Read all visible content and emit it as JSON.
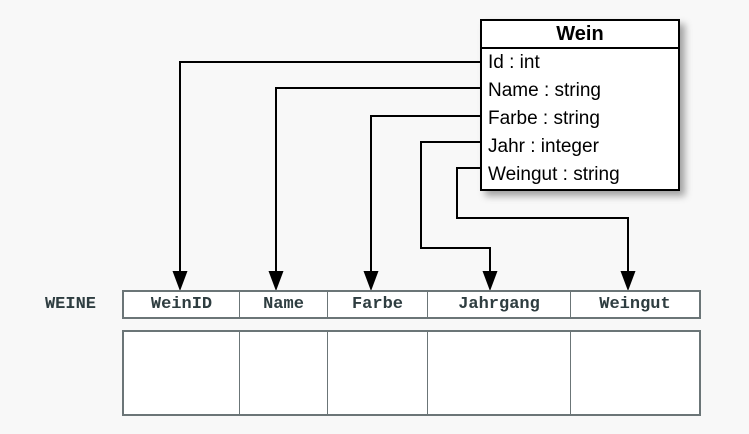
{
  "diagram": {
    "type": "class-to-table-mapping",
    "class_box": {
      "title": "Wein",
      "attributes": [
        {
          "label": "Id : int"
        },
        {
          "label": "Name : string"
        },
        {
          "label": "Farbe : string"
        },
        {
          "label": "Jahr : integer"
        },
        {
          "label": "Weingut : string"
        }
      ]
    },
    "table": {
      "name": "WEINE",
      "columns": [
        {
          "label": "WeinID"
        },
        {
          "label": "Name"
        },
        {
          "label": "Farbe"
        },
        {
          "label": "Jahrgang"
        },
        {
          "label": "Weingut"
        }
      ],
      "empty_body_rows": 1
    },
    "mappings": [
      {
        "from": "Id",
        "to": "WeinID"
      },
      {
        "from": "Name",
        "to": "Name"
      },
      {
        "from": "Farbe",
        "to": "Farbe"
      },
      {
        "from": "Jahr",
        "to": "Jahrgang"
      },
      {
        "from": "Weingut",
        "to": "Weingut"
      }
    ],
    "colors": {
      "background": "#f8f8f8",
      "connector": "#000000",
      "class_box_border": "#000000",
      "class_box_fill": "#ffffff",
      "table_border": "#6b7577",
      "table_text": "#2e3d40"
    }
  }
}
